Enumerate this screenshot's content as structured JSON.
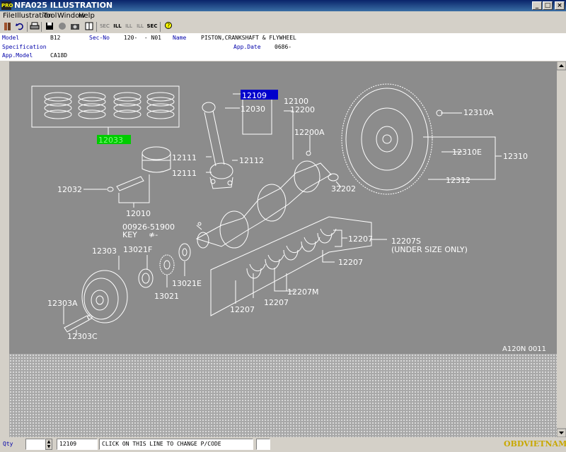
{
  "window": {
    "title": "NFA025  ILLUSTRATION",
    "app_icon": "PRO"
  },
  "menu": [
    "File",
    "Illustration",
    "Tool",
    "Window",
    "Help"
  ],
  "toolbar": {
    "sec_label": "SEC",
    "ill_label": "ILL",
    "sec2_label": "SEC"
  },
  "info": {
    "model_label": "Model",
    "model_value": "B12",
    "secno_label": "Sec-No",
    "secno_value": "120-  - N01",
    "name_label": "Name",
    "name_value": "PISTON,CRANKSHAFT & FLYWHEEL",
    "spec_label": "Specification",
    "appdate_label": "App.Date",
    "appdate_value": "0686-",
    "appmodel_label": "App.Model",
    "appmodel_value": "CA18D"
  },
  "drawing": {
    "highlight_green": "12033",
    "highlight_blue": "12109",
    "reference": "A120N 0011",
    "labels": {
      "p12100": "12100",
      "p12200": "12200",
      "p12030": "12030",
      "p12200a": "12200A",
      "p12111a": "12111",
      "p12111b": "12111",
      "p12112": "12112",
      "p12032": "12032",
      "p12010": "12010",
      "p00926": "00926-51900",
      "key": "KEY",
      "p32202": "32202",
      "p12310a": "12310A",
      "p12310e": "12310E",
      "p12310": "12310",
      "p12312": "12312",
      "p12303": "12303",
      "p13021f": "13021F",
      "p13021e": "13021E",
      "p13021": "13021",
      "p12303a": "12303A",
      "p12303c": "12303C",
      "p12207a": "12207",
      "p12207b": "12207",
      "p12207c": "12207",
      "p12207d": "12207",
      "p12207m": "12207M",
      "p12207s": "12207S",
      "undersize": "(UNDER SIZE ONLY)"
    },
    "colors": {
      "background": "#8c8c8c",
      "line": "#ffffff",
      "green": "#00cc00",
      "blue": "#0000cc"
    }
  },
  "status": {
    "qty_label": "Qty",
    "qty_value": "",
    "part_value": "12109",
    "hint": "CLICK ON THIS LINE TO CHANGE P/CODE"
  },
  "brand": "OBDVIETNAM"
}
